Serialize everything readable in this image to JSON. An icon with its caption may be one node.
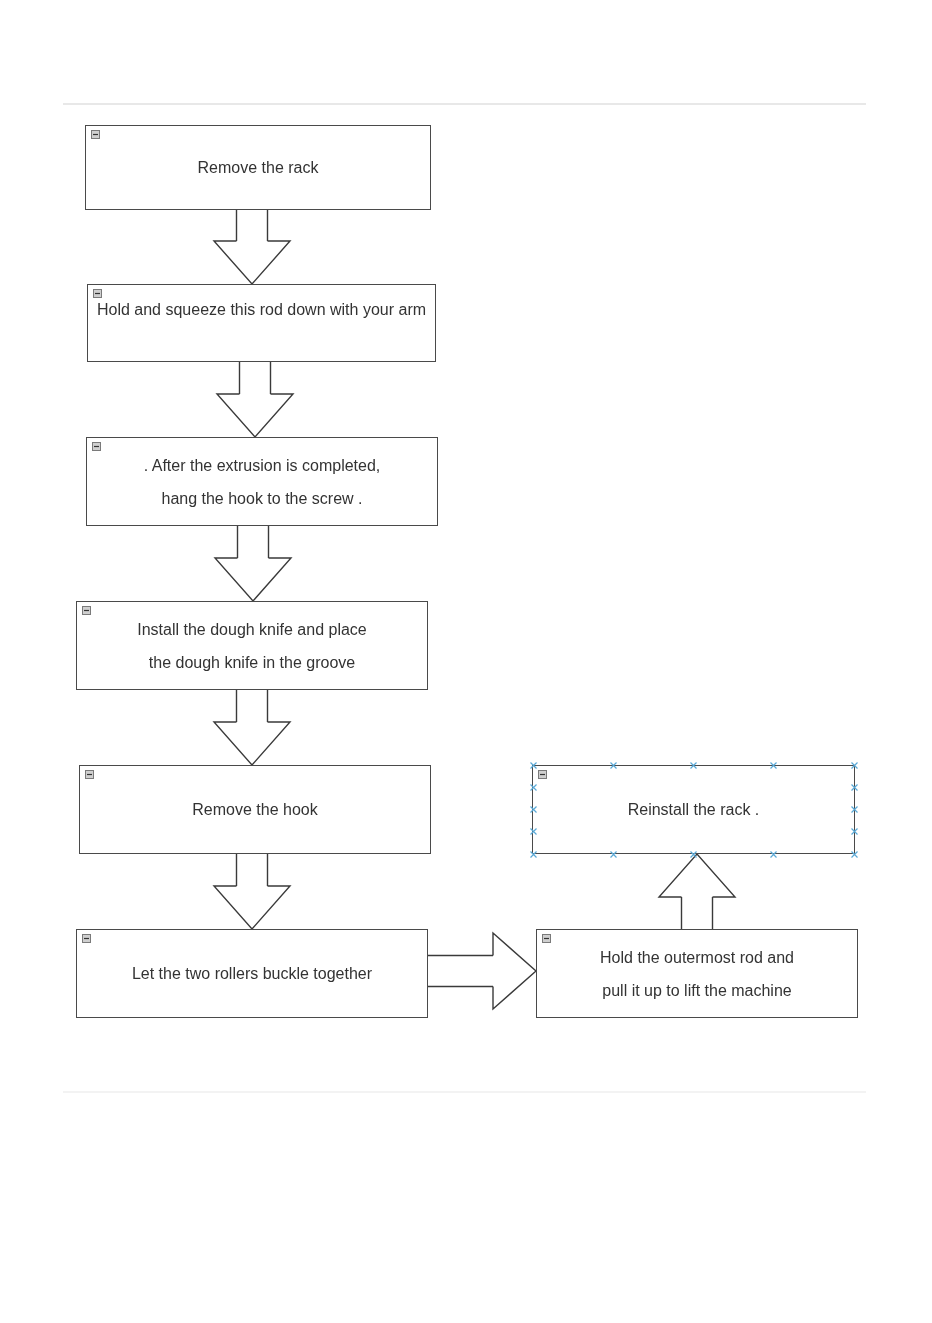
{
  "diagram": {
    "nodes": [
      {
        "text": [
          "Remove the rack"
        ]
      },
      {
        "text": [
          "Hold and squeeze this rod down with your arm"
        ]
      },
      {
        "text": [
          ". After the extrusion is completed, hang the hook to the screw ."
        ]
      },
      {
        "text": [
          "Install the dough knife and place the dough knife in the groove"
        ]
      },
      {
        "text": [
          "Remove the hook"
        ]
      },
      {
        "text": [
          "Let the two rollers buckle together"
        ]
      },
      {
        "text": [
          "Hold the outermost rod and pull it up to lift the machine"
        ]
      },
      {
        "text": [
          "Reinstall the rack ."
        ]
      }
    ],
    "edges": [
      {
        "from": 0,
        "to": 1,
        "arrow": "to"
      },
      {
        "from": 1,
        "to": 2,
        "arrow": "to"
      },
      {
        "from": 2,
        "to": 3,
        "arrow": "to"
      },
      {
        "from": 3,
        "to": 4,
        "arrow": "to"
      },
      {
        "from": 4,
        "to": 5,
        "arrow": "to"
      },
      {
        "from": 5,
        "to": 6,
        "arrow": "to"
      },
      {
        "from": 6,
        "to": 7,
        "arrow": "to"
      }
    ]
  }
}
